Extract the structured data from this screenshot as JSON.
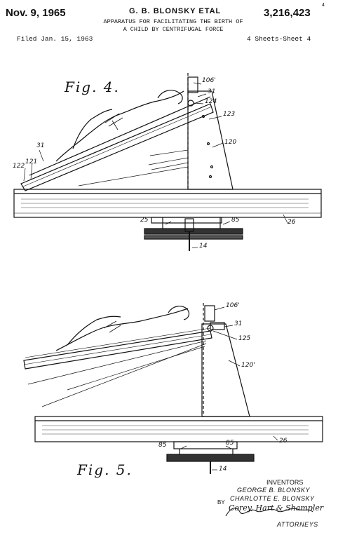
{
  "header": {
    "date": "Nov. 9, 1965",
    "inventor": "G. B. BLONSKY ETAL",
    "patent_number": "3,216,423",
    "title_line1": "APPARATUS FOR FACILITATING THE BIRTH OF",
    "title_line2": "A CHILD BY CENTRIFUGAL FORCE",
    "filed": "Filed Jan. 15, 1963",
    "sheets": "4 Sheets-Sheet 4",
    "side_mark": "4"
  },
  "fig4": {
    "title": "Fig. 4.",
    "labels": [
      "106'",
      "31",
      "124",
      "123",
      "120",
      "31",
      "122",
      "121",
      "25",
      "85",
      "26",
      "14"
    ]
  },
  "fig5": {
    "title": "Fig. 5.",
    "labels": [
      "106'",
      "31",
      "125",
      "120'",
      "85",
      "85",
      "26",
      "14"
    ]
  },
  "footer": {
    "inventors_heading": "INVENTORS",
    "inventor1": "GEORGE B. BLONSKY",
    "inventor2": "CHARLOTTE E. BLONSKY",
    "by": "BY",
    "signature": "Corey, Hart & Shampler",
    "attorneys": "ATTORNEYS"
  }
}
